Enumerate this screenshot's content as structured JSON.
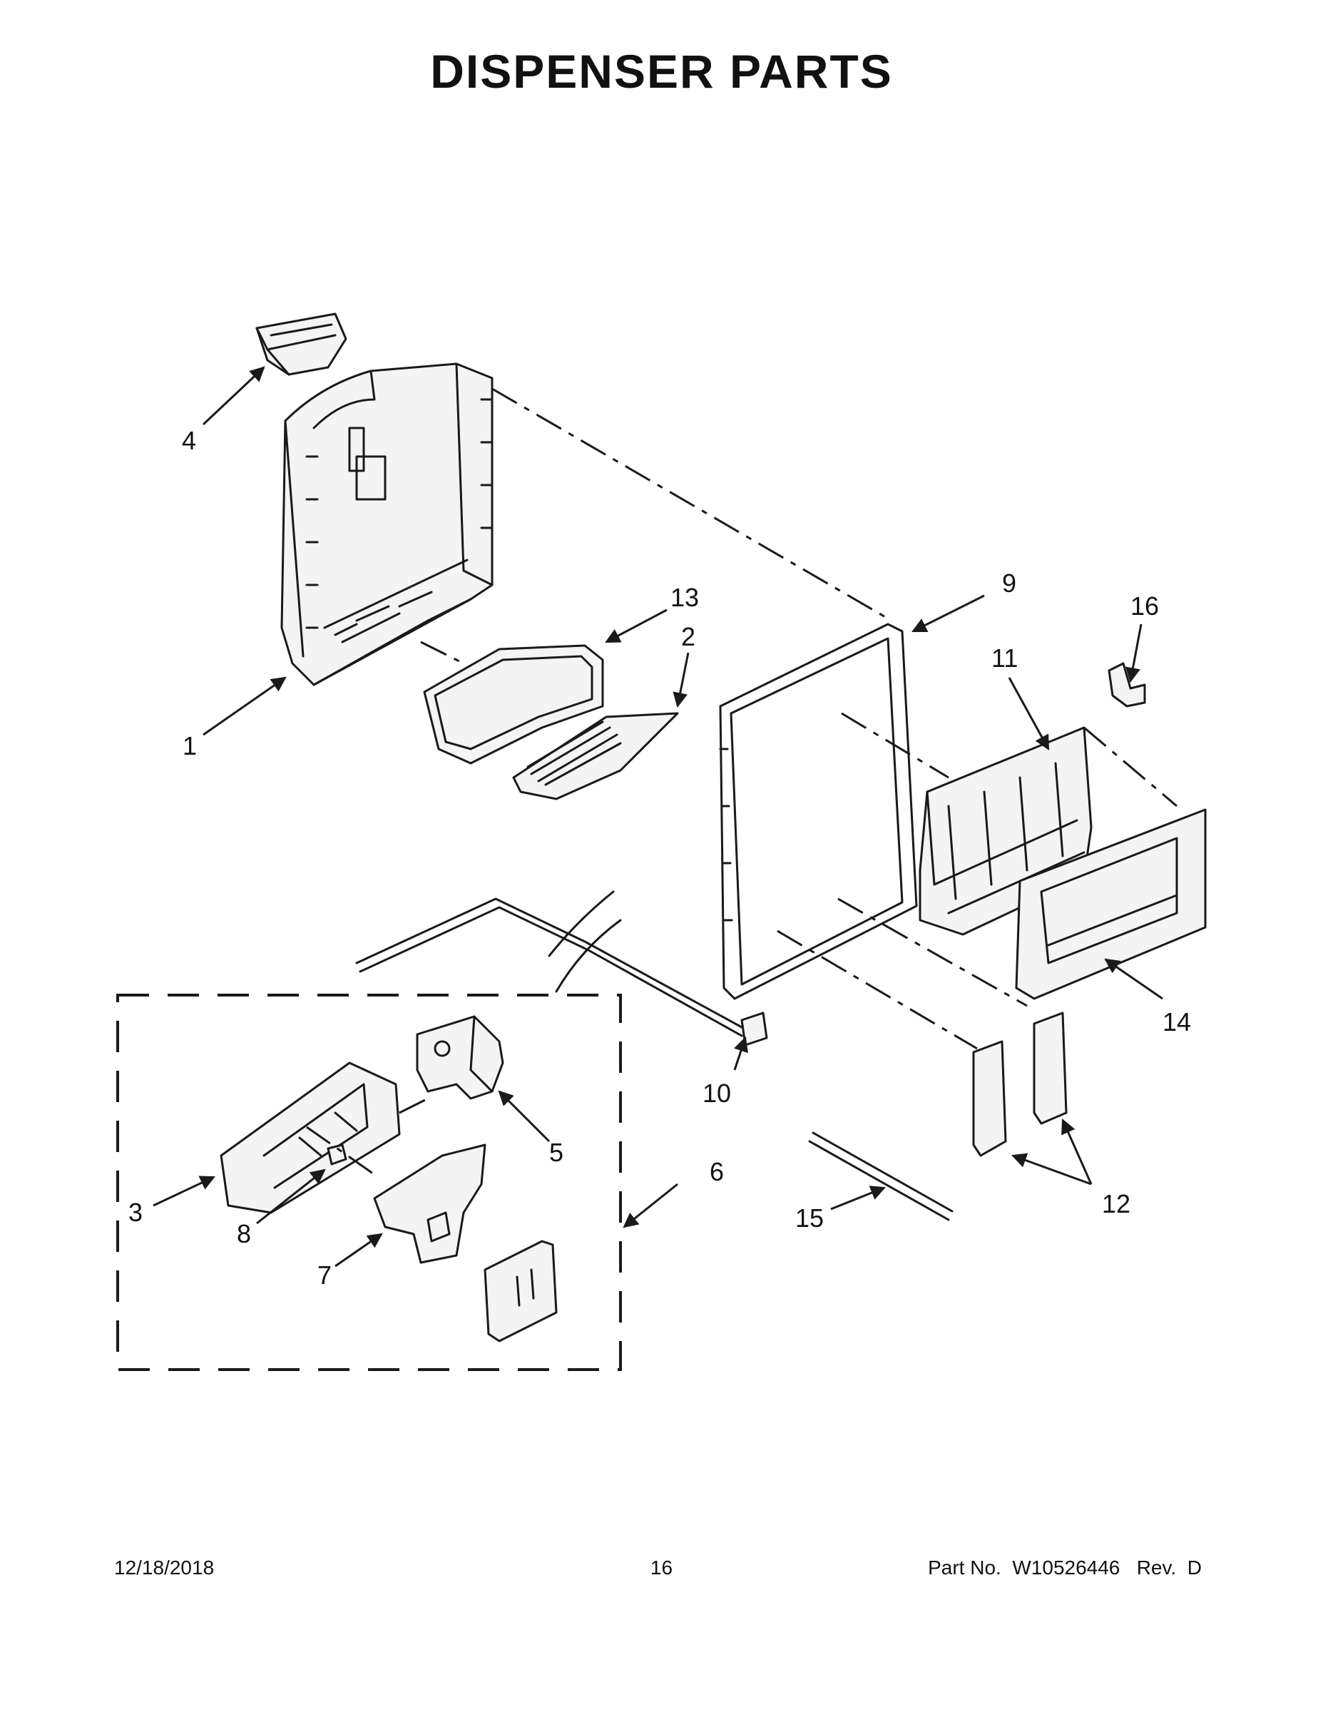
{
  "title": "DISPENSER PARTS",
  "callouts": [
    {
      "id": "c1",
      "label": "1"
    },
    {
      "id": "c2",
      "label": "2"
    },
    {
      "id": "c3",
      "label": "3"
    },
    {
      "id": "c4",
      "label": "4"
    },
    {
      "id": "c5",
      "label": "5"
    },
    {
      "id": "c6",
      "label": "6"
    },
    {
      "id": "c7",
      "label": "7"
    },
    {
      "id": "c8",
      "label": "8"
    },
    {
      "id": "c9",
      "label": "9"
    },
    {
      "id": "c10",
      "label": "10"
    },
    {
      "id": "c11",
      "label": "11"
    },
    {
      "id": "c12",
      "label": "12"
    },
    {
      "id": "c13",
      "label": "13"
    },
    {
      "id": "c14",
      "label": "14"
    },
    {
      "id": "c15",
      "label": "15"
    },
    {
      "id": "c16",
      "label": "16"
    }
  ],
  "footer": {
    "date": "12/18/2018",
    "page": "16",
    "part": "Part No.  W10526446   Rev.  D"
  }
}
